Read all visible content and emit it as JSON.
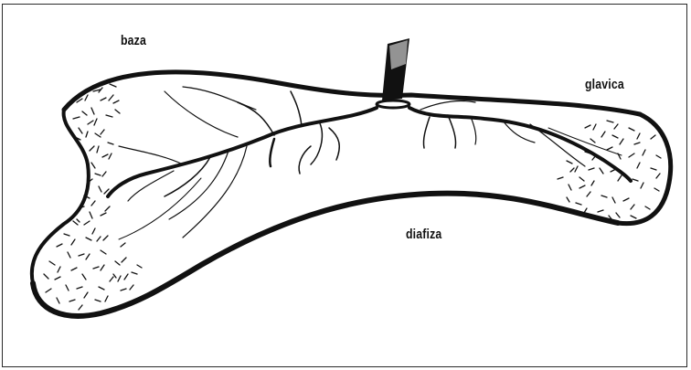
{
  "labels": {
    "base": "baza",
    "head": "glavica",
    "shaft": "diafiza"
  },
  "colors": {
    "ink": "#111111",
    "background": "#ffffff"
  }
}
